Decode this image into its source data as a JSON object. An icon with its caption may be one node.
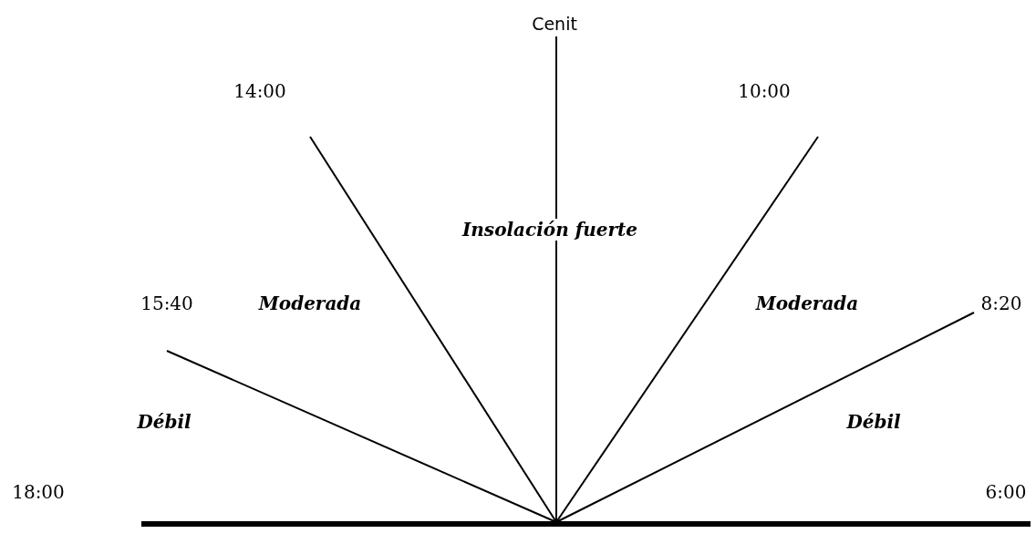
{
  "diagram": {
    "labels": [
      "Cenit",
      "14:00",
      "10:00",
      "Insolación fuerte",
      "15:40",
      "Moderada",
      "Moderada",
      "8:20",
      "Débil",
      "Débil",
      "18:00",
      "6:00"
    ]
  }
}
